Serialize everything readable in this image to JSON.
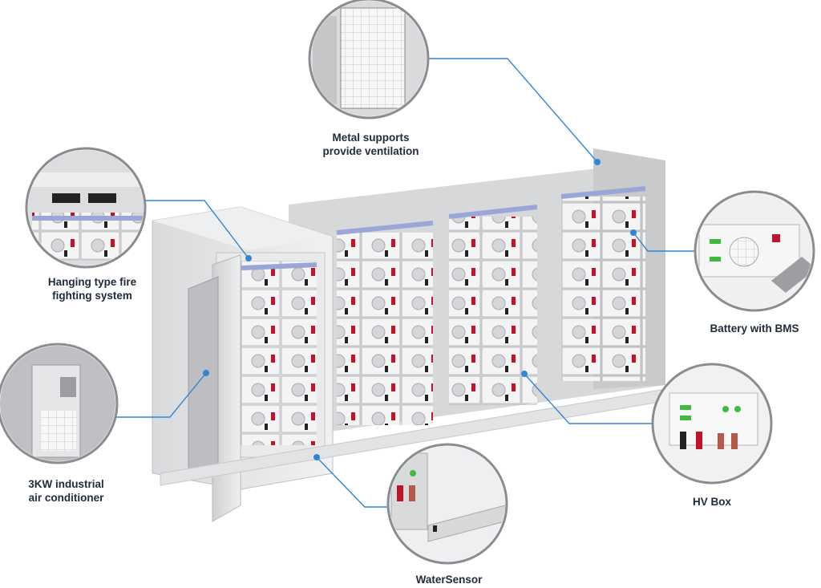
{
  "callouts": {
    "metal_supports": {
      "line1": "Metal supports",
      "line2": "provide ventilation"
    },
    "fire_fighting": {
      "line1": "Hanging type fire",
      "line2": "fighting system"
    },
    "air_conditioner": {
      "line1": "3KW industrial",
      "line2": "air conditioner"
    },
    "battery_bms": {
      "line1": "Battery with BMS"
    },
    "hv_box": {
      "line1": "HV Box"
    },
    "water_sensor": {
      "line1": "WaterSensor"
    }
  },
  "colors": {
    "leader_line": "#2f86d6",
    "label_text": "#1f2b3a",
    "cabinet": "#e6e7e9",
    "busbar": "#9aa6d8",
    "handle": "#c0142a",
    "indicator": "#3dbb3d"
  }
}
